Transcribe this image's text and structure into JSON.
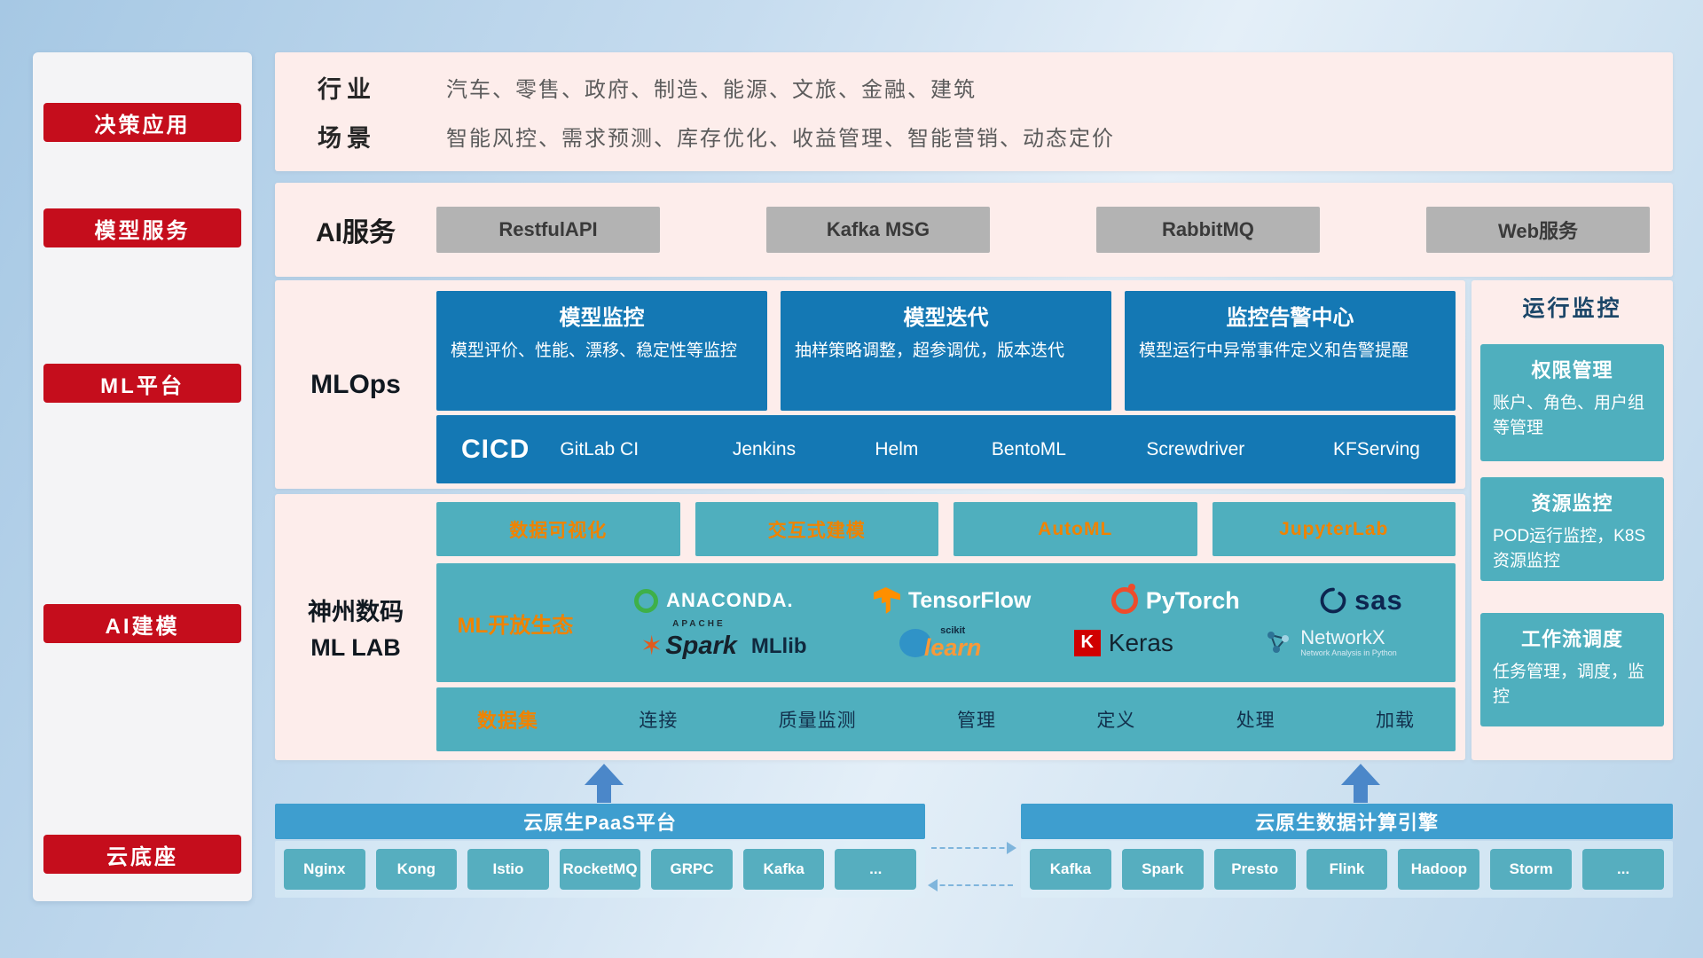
{
  "sidebar": {
    "items": [
      "决策应用",
      "模型服务",
      "ML平台",
      "AI建模",
      "云底座"
    ]
  },
  "industry": {
    "rows": [
      {
        "label": "行业",
        "text": "汽车、零售、政府、制造、能源、文旅、金融、建筑"
      },
      {
        "label": "场景",
        "text": "智能风控、需求预测、库存优化、收益管理、智能营销、动态定价"
      }
    ]
  },
  "ai_service": {
    "label": "AI服务",
    "buttons": [
      "RestfulAPI",
      "Kafka MSG",
      "RabbitMQ",
      "Web服务"
    ]
  },
  "mlops": {
    "label": "MLOps",
    "cards": [
      {
        "title": "模型监控",
        "desc": "模型评价、性能、漂移、稳定性等监控"
      },
      {
        "title": "模型迭代",
        "desc": "抽样策略调整，超参调优，版本迭代"
      },
      {
        "title": "监控告警中心",
        "desc": "模型运行中异常事件定义和告警提醒"
      }
    ],
    "cicd_label": "CICD",
    "cicd_tools": [
      "GitLab CI",
      "Jenkins",
      "Helm",
      "BentoML",
      "Screwdriver",
      "KFServing"
    ]
  },
  "mllab": {
    "label_line1": "神州数码",
    "label_line2": "ML LAB",
    "top_buttons": [
      "数据可视化",
      "交互式建模",
      "AutoML",
      "JupyterLab"
    ],
    "eco_label": "ML开放生态",
    "logos": {
      "anaconda": "ANACONDA.",
      "tensorflow": "TensorFlow",
      "pytorch": "PyTorch",
      "sas": "sas",
      "spark_apache": "APACHE",
      "spark": "Spark",
      "spark_suffix": "MLlib",
      "sklearn_top": "scikit",
      "sklearn": "learn",
      "keras_k": "K",
      "keras": "Keras",
      "networkx": "NetworkX",
      "networkx_sub": "Network Analysis in Python"
    },
    "dataset_label": "数据集",
    "dataset_items": [
      "连接",
      "质量监测",
      "管理",
      "定义",
      "处理",
      "加载"
    ]
  },
  "monitor": {
    "title": "运行监控",
    "cards": [
      {
        "title": "权限管理",
        "desc": "账户、角色、用户组等管理"
      },
      {
        "title": "资源监控",
        "desc": "POD运行监控，K8S资源监控"
      },
      {
        "title": "工作流调度",
        "desc": "任务管理，调度，监控"
      }
    ]
  },
  "foundation": {
    "paas": {
      "title": "云原生PaaS平台",
      "items": [
        "Nginx",
        "Kong",
        "Istio",
        "RocketMQ",
        "GRPC",
        "Kafka",
        "..."
      ]
    },
    "engine": {
      "title": "云原生数据计算引擎",
      "items": [
        "Kafka",
        "Spark",
        "Presto",
        "Flink",
        "Hadoop",
        "Storm",
        "..."
      ]
    }
  },
  "colors": {
    "accent_red": "#c50d1c",
    "panel_pink": "#fdedeb",
    "deep_blue": "#1478b4",
    "teal": "#4fafbe",
    "orange": "#f08300",
    "bar_blue": "#3e9ecf",
    "chip_teal": "#56aebf"
  }
}
